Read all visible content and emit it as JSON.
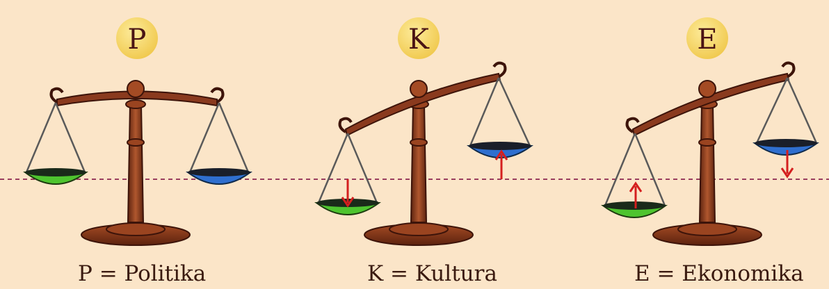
{
  "scales": [
    {
      "letter": "P",
      "name": "Politika",
      "caption": "P = Politika",
      "state": "balanced"
    },
    {
      "letter": "K",
      "name": "Kultura",
      "caption": "K = Kultura",
      "state": "left-down"
    },
    {
      "letter": "E",
      "name": "Ekonomika",
      "caption": "E = Ekonomika",
      "state": "left-up-right-down"
    }
  ],
  "colors": {
    "background": "#fbe5c8",
    "badge": "#f7d56a",
    "wood": "#8a3a1e",
    "left_pan": "#4ec42f",
    "right_pan": "#2f6fcf",
    "arrow": "#d41f1f",
    "reference_line": "#9a3d5e"
  }
}
